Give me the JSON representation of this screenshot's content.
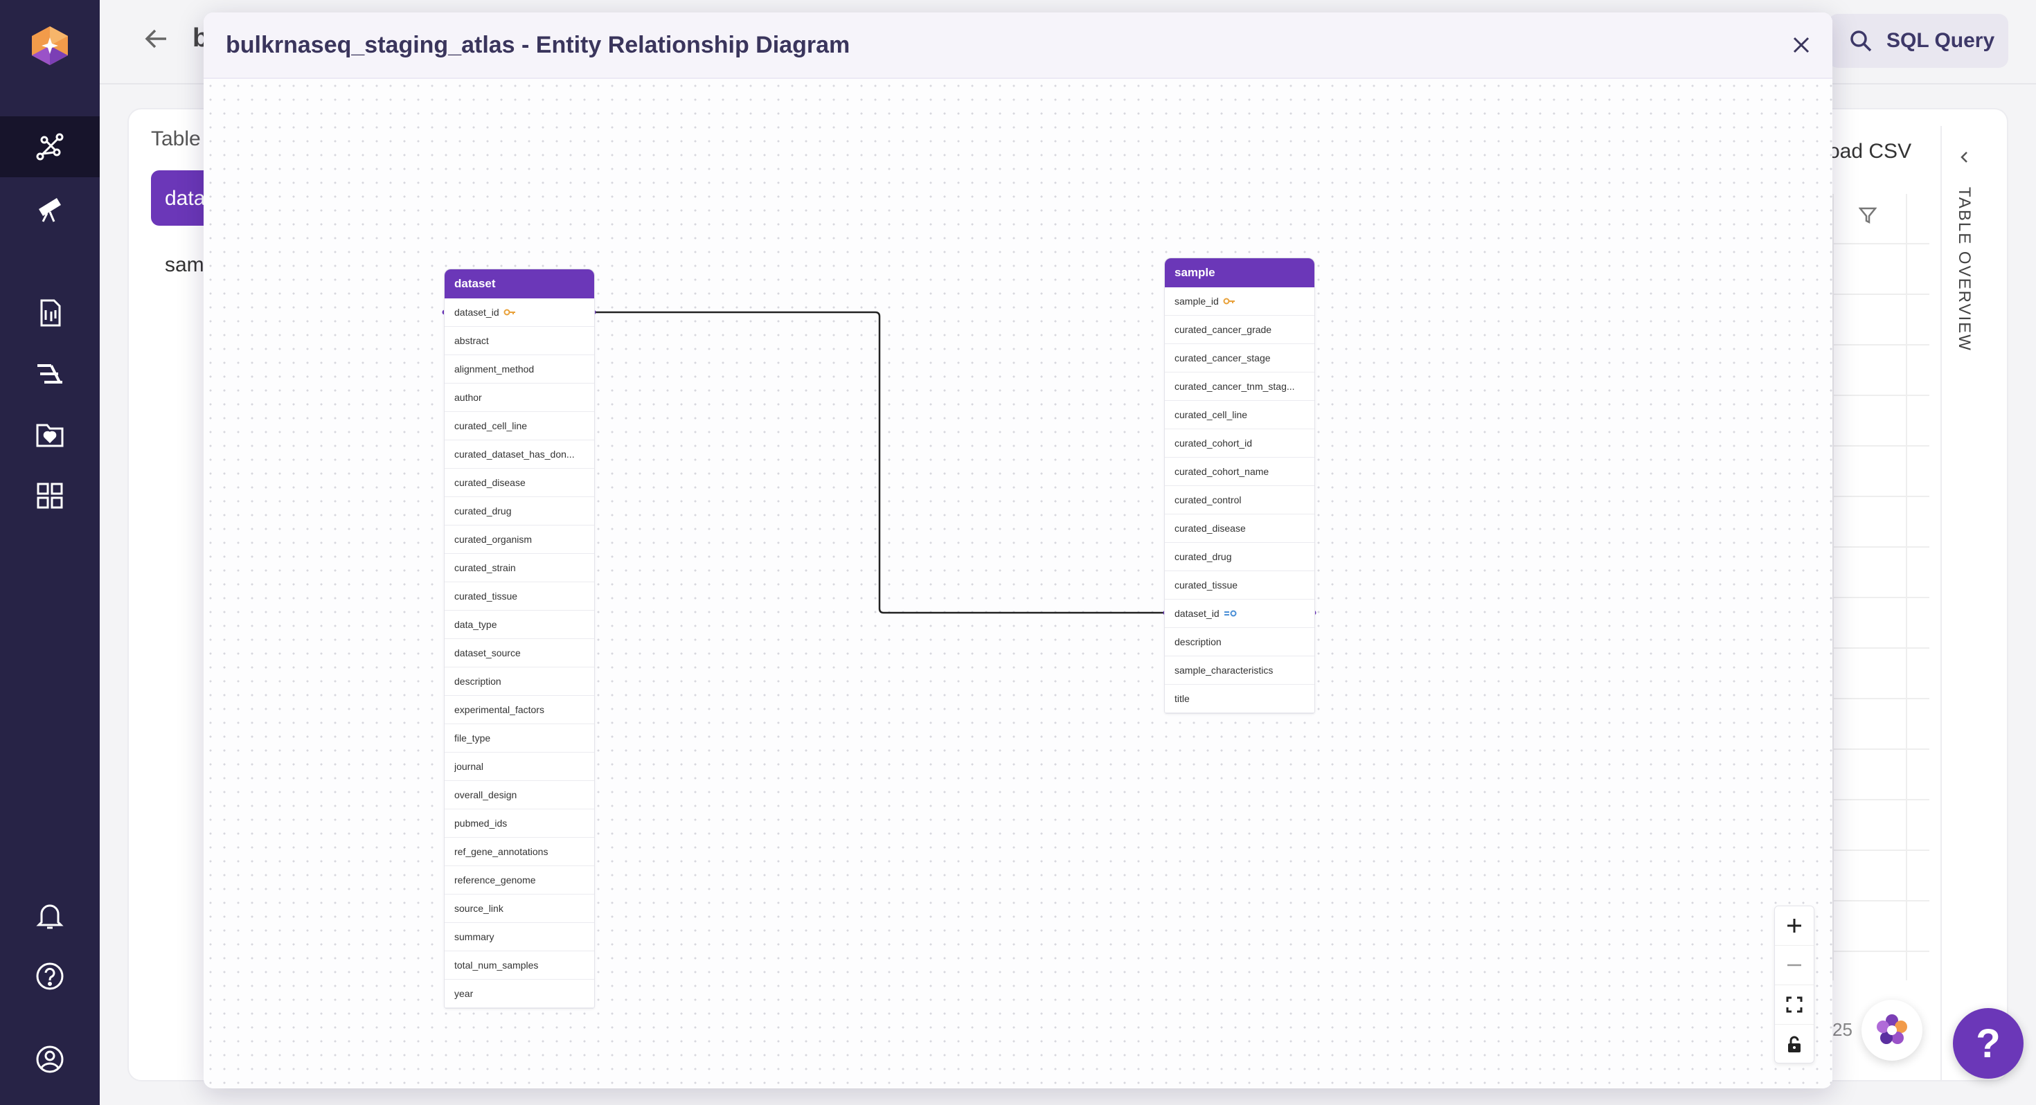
{
  "page": {
    "title_fragment": "b",
    "sql_query_label": "SQL Query",
    "tables_label_fragment": "Table",
    "active_table_fragment": "data",
    "second_table_fragment": "sam",
    "download_csv_fragment": "oad CSV",
    "table_overview_label": "TABLE OVERVIEW",
    "pager_fragment": "25"
  },
  "modal": {
    "title": "bulkrnaseq_staging_atlas - Entity Relationship Diagram"
  },
  "entities": {
    "dataset": {
      "name": "dataset",
      "fields": [
        "dataset_id",
        "abstract",
        "alignment_method",
        "author",
        "curated_cell_line",
        "curated_dataset_has_don...",
        "curated_disease",
        "curated_drug",
        "curated_organism",
        "curated_strain",
        "curated_tissue",
        "data_type",
        "dataset_source",
        "description",
        "experimental_factors",
        "file_type",
        "journal",
        "overall_design",
        "pubmed_ids",
        "ref_gene_annotations",
        "reference_genome",
        "source_link",
        "summary",
        "total_num_samples",
        "year"
      ]
    },
    "sample": {
      "name": "sample",
      "fields": [
        "sample_id",
        "curated_cancer_grade",
        "curated_cancer_stage",
        "curated_cancer_tnm_stag...",
        "curated_cell_line",
        "curated_cohort_id",
        "curated_cohort_name",
        "curated_control",
        "curated_disease",
        "curated_drug",
        "curated_tissue",
        "dataset_id",
        "description",
        "sample_characteristics",
        "title"
      ]
    }
  },
  "colors": {
    "accent": "#6b37b8",
    "rail": "#272346",
    "primary_key": "#e8a13a",
    "foreign_key": "#4a8fd6"
  },
  "help_label": "?"
}
